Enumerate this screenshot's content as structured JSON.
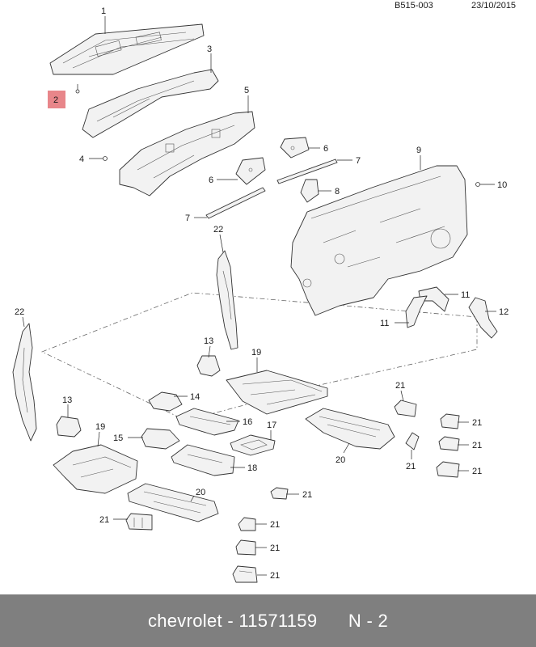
{
  "header": {
    "code": "B515-003",
    "date": "23/10/2015"
  },
  "callouts": {
    "c1": "1",
    "c2": "2",
    "c3": "3",
    "c4": "4",
    "c5": "5",
    "c6": "6",
    "c7a": "7",
    "c7b": "7",
    "c8": "8",
    "c9": "9",
    "c10": "10",
    "c11a": "11",
    "c11b": "11",
    "c12": "12",
    "c13a": "13",
    "c13b": "13",
    "c14": "14",
    "c15": "15",
    "c16": "16",
    "c17": "17",
    "c18": "18",
    "c19a": "19",
    "c19b": "19",
    "c20a": "20",
    "c20b": "20",
    "c21a": "21",
    "c21b": "21",
    "c21c": "21",
    "c21d": "21",
    "c21e": "21",
    "c21f": "21",
    "c21g": "21",
    "c21h": "21",
    "c21i": "21",
    "c21j": "21",
    "c22a": "22",
    "c22b": "22"
  },
  "highlight_color": "#e8868a",
  "footer": {
    "brand": "chevrolet",
    "separator": " - ",
    "part_number": "11571159",
    "position": "N - 2"
  }
}
